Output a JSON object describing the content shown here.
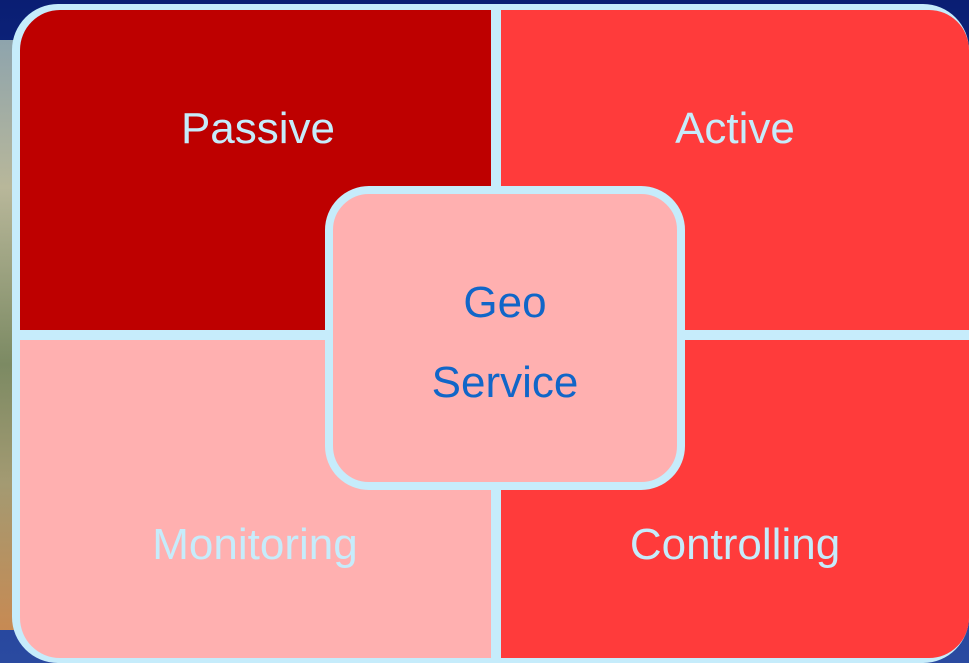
{
  "diagram": {
    "quadrants": {
      "top_left": "Passive",
      "top_right": "Active",
      "bottom_left": "Monitoring",
      "bottom_right": "Controlling"
    },
    "center": {
      "line1": "Geo",
      "line2": "Service"
    }
  },
  "colors": {
    "passive": "#be0000",
    "active": "#ff3b3b",
    "monitoring": "#ffb0b0",
    "controlling": "#ff3b3b",
    "center_fill": "#ffb0b0",
    "border": "#c6ecfb",
    "quadrant_text": "#c6ecfb",
    "center_text": "#1166c8"
  }
}
